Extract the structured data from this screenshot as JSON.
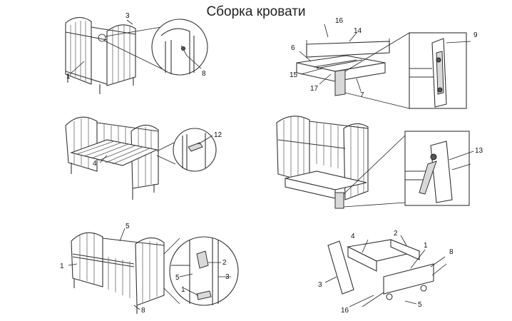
{
  "title": "Сборка кровати",
  "colors": {
    "line": "#333333",
    "shade": "#d9d9d9",
    "background": "#ffffff"
  },
  "labels": {
    "p1_1": "1",
    "p1_3": "3",
    "p1_8": "8",
    "p2_16": "16",
    "p2_14": "14",
    "p2_6": "6",
    "p2_15": "15",
    "p2_17": "17",
    "p2_7": "7",
    "p2_9": "9",
    "p3_12": "12",
    "p3_4": "4",
    "p4_13": "13",
    "p5_5": "5",
    "p5_1": "1",
    "p5_2": "2",
    "p5_5b": "5",
    "p5_3": "3",
    "p5_1b": "1",
    "p5_8": "8",
    "p6_4": "4",
    "p6_2": "2",
    "p6_1": "1",
    "p6_8": "8",
    "p6_3": "3",
    "p6_16": "16",
    "p6_5": "5"
  }
}
